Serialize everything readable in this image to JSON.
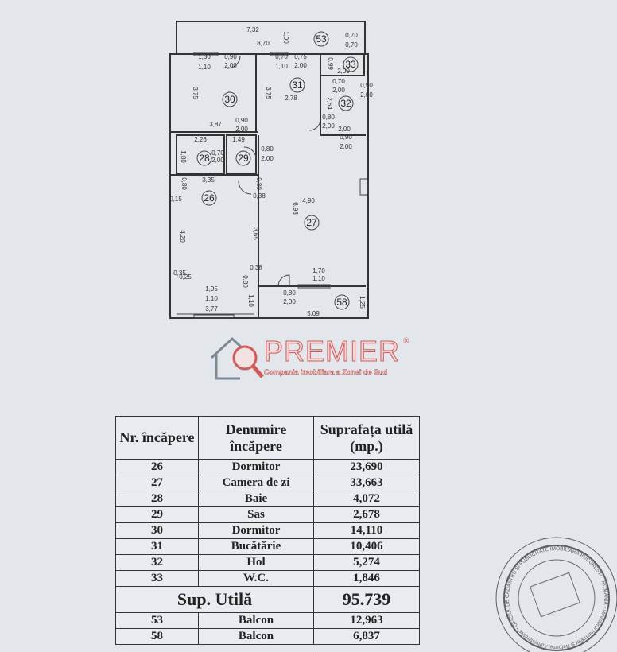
{
  "plan": {
    "rooms": [
      "53",
      "33",
      "30",
      "31",
      "32",
      "28",
      "29",
      "26",
      "27",
      "58"
    ],
    "dims": [
      "7,32",
      "8,70",
      "1,00",
      "0,70",
      "0,70",
      "1,30",
      "1,10",
      "0,90",
      "2,00",
      "0,70",
      "1,10",
      "0,75",
      "2,00",
      "0,99",
      "2,00",
      "3,75",
      "3,87",
      "0,90",
      "2,00",
      "3,75",
      "2,78",
      "0,70",
      "2,00",
      "0,90",
      "2,00",
      "2,64",
      "0,80",
      "2,00",
      "2,00",
      "0,90",
      "2,00",
      "2,26",
      "1,49",
      "1,80",
      "0,70",
      "2,00",
      "0,80",
      "2,00",
      "3,35",
      "0,80",
      "0,15",
      "0,80",
      "0,38",
      "4,90",
      "6,93",
      "4,20",
      "3,65",
      "0,35",
      "0,25",
      "1,95",
      "1,10",
      "3,77",
      "0,80",
      "1,10",
      "0,38",
      "1,70",
      "1,10",
      "0,80",
      "2,00",
      "5,09",
      "1,25"
    ]
  },
  "logo": {
    "brand": "PREMIER",
    "reg": "®",
    "tagline": "Compania imobiliara a Zonei de Sud"
  },
  "table": {
    "headers": [
      "Nr. încăpere",
      "Denumire încăpere",
      "Suprafața utilă (mp.)"
    ],
    "rows": [
      [
        "26",
        "Dormitor",
        "23,690"
      ],
      [
        "27",
        "Camera de zi",
        "33,663"
      ],
      [
        "28",
        "Baie",
        "4,072"
      ],
      [
        "29",
        "Sas",
        "2,678"
      ],
      [
        "30",
        "Dormitor",
        "14,110"
      ],
      [
        "31",
        "Bucătărie",
        "10,406"
      ],
      [
        "32",
        "Hol",
        "5,274"
      ],
      [
        "33",
        "W.C.",
        "1,846"
      ]
    ],
    "total_label": "Sup. Utilă",
    "total_value": "95.739",
    "balconies": [
      [
        "53",
        "Balcon",
        "12,963"
      ],
      [
        "58",
        "Balcon",
        "6,837"
      ]
    ]
  },
  "stamp": {
    "text": "ROMÂNIA • Ministerul Internelor și Reformei Administrative • OFICIUL DE CADASTRU ȘI PUBLICITATE IMOBILIARĂ BUCUREȘTI"
  }
}
